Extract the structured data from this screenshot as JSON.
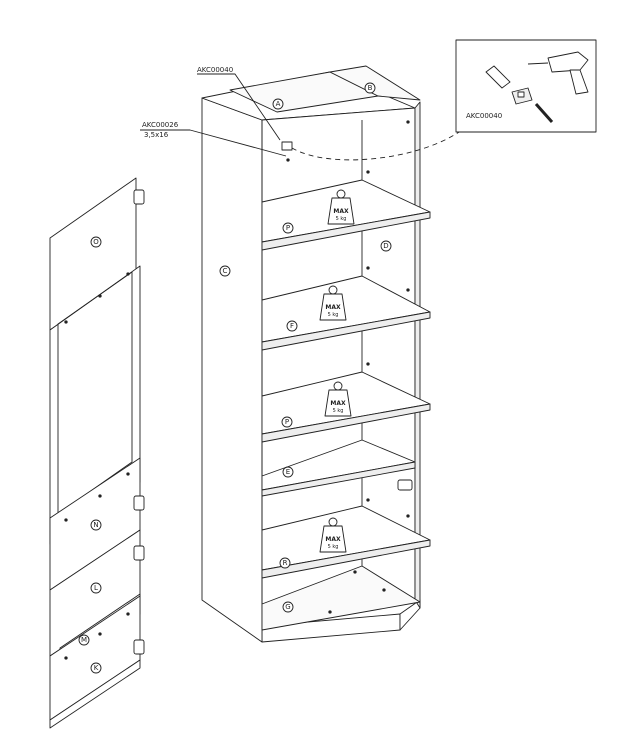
{
  "callouts": {
    "hinge_fixing": "AKC00040",
    "screw_code": "AKC00026",
    "screw_size": "3,5x16",
    "inset_part": "AKC00040"
  },
  "weight_limit": {
    "line1": "MAX",
    "line2": "5 kg"
  },
  "part_labels": {
    "A": "A",
    "B": "B",
    "C": "C",
    "D": "D",
    "P1": "P",
    "F": "F",
    "P2": "P",
    "E": "E",
    "R": "R",
    "G": "G",
    "O": "O",
    "N": "N",
    "L": "L",
    "M": "M",
    "K": "K"
  },
  "colors": {
    "line": "#222222",
    "fill": "#ffffff",
    "shade": "#f2f2f2"
  }
}
